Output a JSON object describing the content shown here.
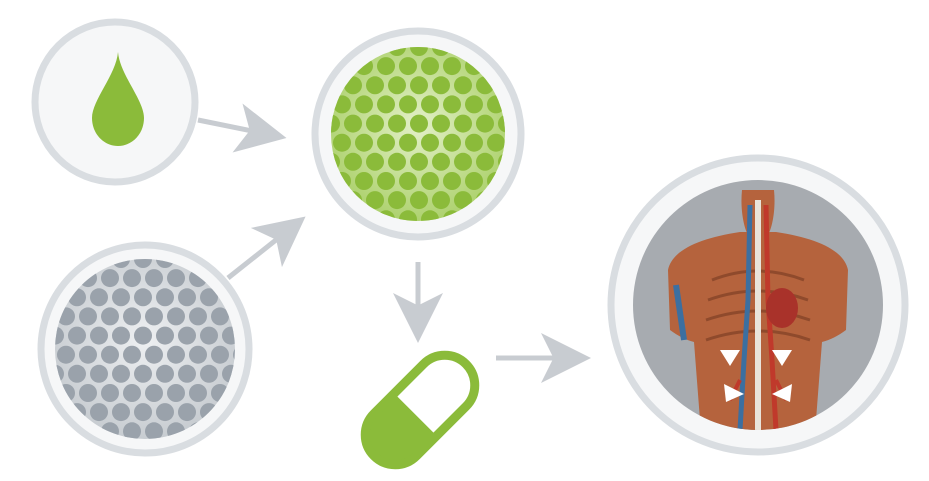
{
  "colors": {
    "ring": "#d9dde1",
    "ring_fill": "#f6f7f8",
    "arrow": "#c8ccd1",
    "green": "#8bbb3a",
    "green_light": "#c9e29b",
    "grey_dot": "#9aa2ab",
    "grey_light": "#dfe3e7",
    "body_bg": "#a7abb0",
    "flesh": "#b5633d",
    "vessel_red": "#c0392b",
    "vessel_blue": "#3c6fa0"
  },
  "nodes": [
    {
      "id": "liquid",
      "icon": "drop-icon"
    },
    {
      "id": "carrier-particles",
      "icon": "grey-particle-grid-icon"
    },
    {
      "id": "loaded-particles",
      "icon": "green-particle-grid-icon"
    },
    {
      "id": "capsule",
      "icon": "capsule-icon",
      "fill_level": 0.45
    },
    {
      "id": "human-body",
      "icon": "anatomy-torso-icon"
    }
  ],
  "edges": [
    {
      "from": "liquid",
      "to": "loaded-particles"
    },
    {
      "from": "carrier-particles",
      "to": "loaded-particles"
    },
    {
      "from": "loaded-particles",
      "to": "capsule"
    },
    {
      "from": "capsule",
      "to": "human-body"
    }
  ]
}
